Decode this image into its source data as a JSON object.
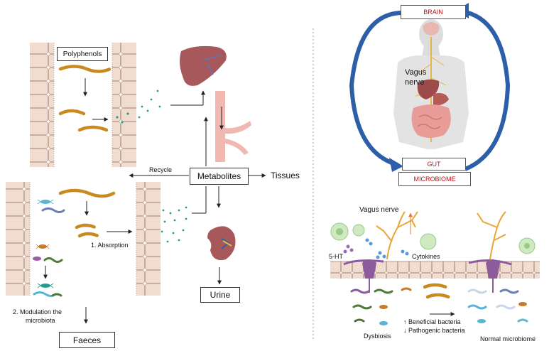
{
  "left_panel": {
    "polyphenols": "Polyphenols",
    "metabolites": "Metabolites",
    "tissues": "Tissues",
    "recycle": "Recycle",
    "absorption": "1. Absorption",
    "modulation_line1": "2. Modulation the",
    "modulation_line2": "microbiota",
    "faeces": "Faeces",
    "urine": "Urine"
  },
  "right_panel": {
    "brain": "BRAIN",
    "gut": "GUT",
    "microbiome": "MICROBIOME",
    "vagus_line1": "Vagus",
    "vagus_line2": "nerve",
    "vagus_nerve": "Vagus nerve",
    "serotonin": "5-HT",
    "cytokines": "Cytokines",
    "dysbiosis": "Dysbiosis",
    "beneficial": "↑ Beneficial bacteria",
    "pathogenic": "↓ Pathogenic bacteria",
    "normal": "Normal microbiome"
  },
  "colors": {
    "cells": "#f1dcd0",
    "cell_border": "#b99a8a",
    "polyphenol": "#c98a1f",
    "liver": "#a7585a",
    "vessel": "#f0b8b0",
    "accent_red": "#c0121b",
    "arrow_blue": "#2c5fa8"
  }
}
